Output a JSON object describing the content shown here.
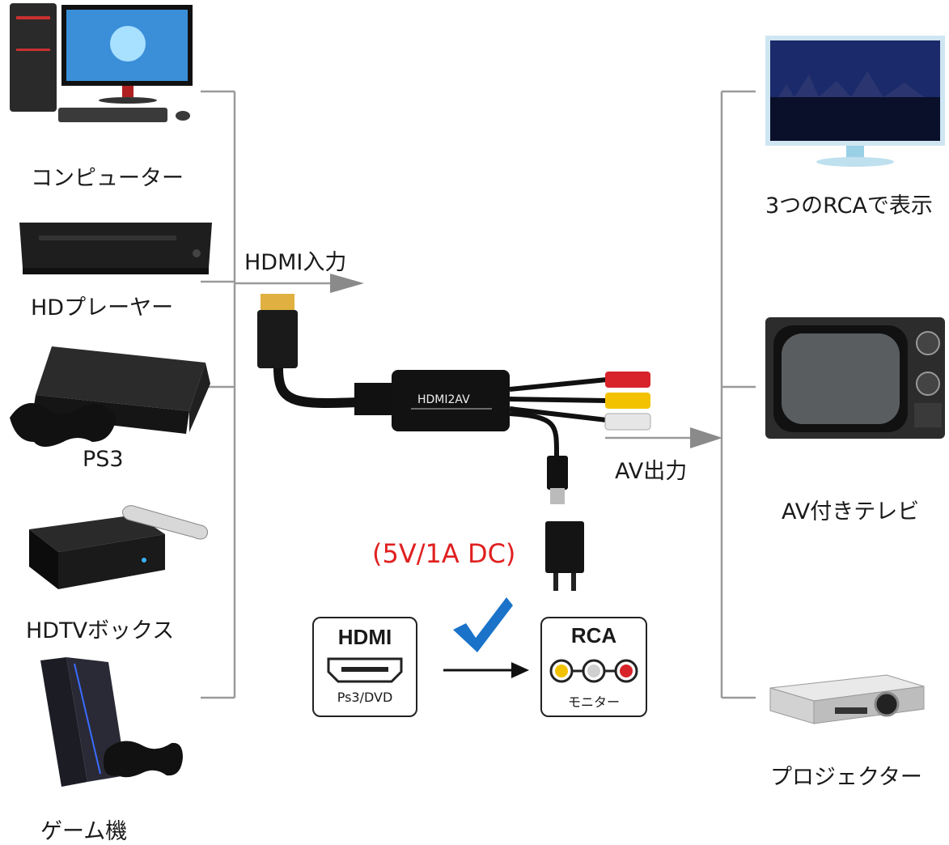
{
  "inputs": [
    {
      "label": "コンピューター",
      "icon": "desktop-computer-icon"
    },
    {
      "label": "HDプレーヤー",
      "icon": "blu-ray-player-icon"
    },
    {
      "label": "PS3",
      "icon": "ps3-console-icon"
    },
    {
      "label": "HDTVボックス",
      "icon": "tv-box-icon"
    },
    {
      "label": "ゲーム機",
      "icon": "ps4-console-icon"
    }
  ],
  "outputs": [
    {
      "label": "3つのRCAで表示",
      "icon": "lcd-monitor-icon"
    },
    {
      "label": "AV付きテレビ",
      "icon": "crt-tv-icon"
    },
    {
      "label": "プロジェクター",
      "icon": "projector-icon"
    }
  ],
  "flow": {
    "input_label": "HDMI入力",
    "output_label": "AV出力"
  },
  "adapter": {
    "device_label": "HDMI2AV",
    "power_label": "(5V/1A DC)",
    "power_color": "#e02020"
  },
  "badges": {
    "hdmi": {
      "title": "HDMI",
      "caption": "Ps3/DVD"
    },
    "rca": {
      "title": "RCA",
      "caption": "モニター"
    }
  },
  "colors": {
    "connector_line": "#9a9a9a",
    "arrow": "#8a8a8a",
    "check": "#1a73c9",
    "rca_red": "#d8232a",
    "rca_yellow": "#f2c200",
    "rca_white": "#e6e6e6"
  }
}
